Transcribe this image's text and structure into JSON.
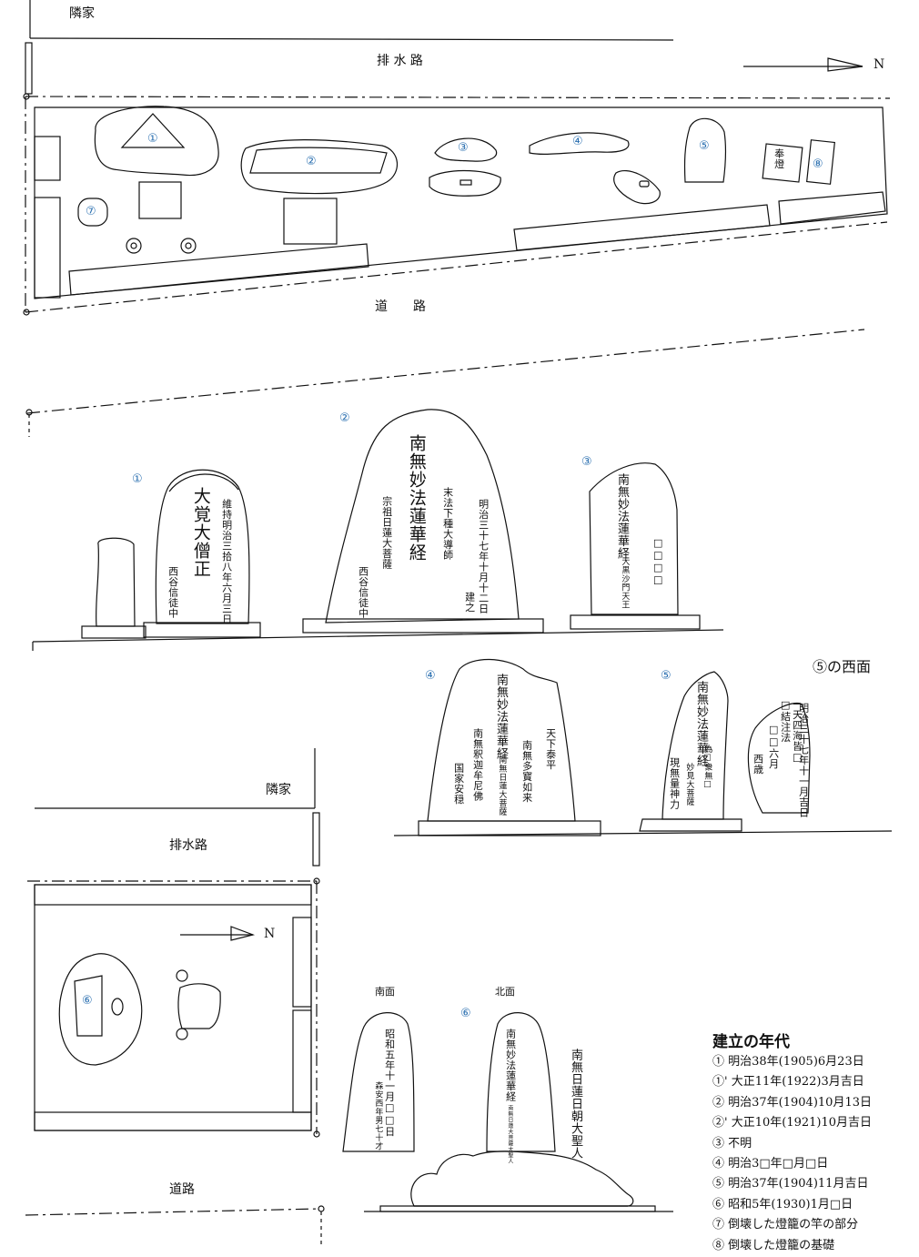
{
  "plan_top": {
    "neighbor": "隣家",
    "drain": "排 水 路",
    "road": "道　　路",
    "north": "N",
    "markers": [
      "①",
      "②",
      "③",
      "④",
      "⑤",
      "⑦",
      "⑧"
    ],
    "lantern_label": "奉燈"
  },
  "plan_bottom": {
    "neighbor": "隣家",
    "drain": "排水路",
    "road": "道路",
    "north": "N",
    "marker": "⑥"
  },
  "elevations": {
    "m1": {
      "num": "①",
      "main": "大覚大僧正",
      "date": "維持明治三拾八年六月三日",
      "donor": "西谷信徒中"
    },
    "m2": {
      "num": "②",
      "main": "南無妙法蓮華経",
      "left": "宗祖日蓮大菩薩",
      "mid": "末法下種大導師",
      "date": "明治三十七年十月十二日",
      "built": "建之",
      "donor": "西谷信徒中"
    },
    "m3": {
      "num": "③",
      "main": "南無妙法蓮華経",
      "boxes": "□□□□",
      "side": "大黒沙門天王"
    },
    "m4": {
      "num": "④",
      "main": "南無妙法蓮華経",
      "sub": "南無日蓮大菩薩",
      "r1": "天下泰平",
      "r2": "南無多寳如来",
      "l1": "南無釈迦牟尼佛",
      "l2": "国家安穏"
    },
    "m5": {
      "num": "⑤",
      "main": "南無妙法蓮華経",
      "s1": "為□衆無□",
      "s2": "妙見大菩薩",
      "s3": "現無量神力"
    },
    "m5w": {
      "title": "⑤の西面",
      "c1": "明治三十七年十一月吉日",
      "c2": "一天四海皆□",
      "c3": "□結注法",
      "c4": "□□六月",
      "c5": "西歳"
    },
    "m6": {
      "num": "⑥",
      "south": "南面",
      "north": "北面",
      "s1": "昭和五年十一月□□日",
      "s2": "森安西年男七十才",
      "n1": "南無妙法蓮華経",
      "n2": "南無日蓮大菩薩大聖人",
      "n3": "南無日蓮日朝大聖人"
    }
  },
  "legend": {
    "title": "建立の年代",
    "items": [
      "① 明治38年(1905)6月23日",
      "①' 大正11年(1922)3月吉日",
      "② 明治37年(1904)10月13日",
      "②' 大正10年(1921)10月吉日",
      "③ 不明",
      "④ 明治3□年□月□日",
      "⑤ 明治37年(1904)11月吉日",
      "⑥ 昭和5年(1930)1月□日",
      "⑦ 倒壊した燈籠の竿の部分",
      "⑧ 倒壊した燈籠の基礎"
    ]
  }
}
